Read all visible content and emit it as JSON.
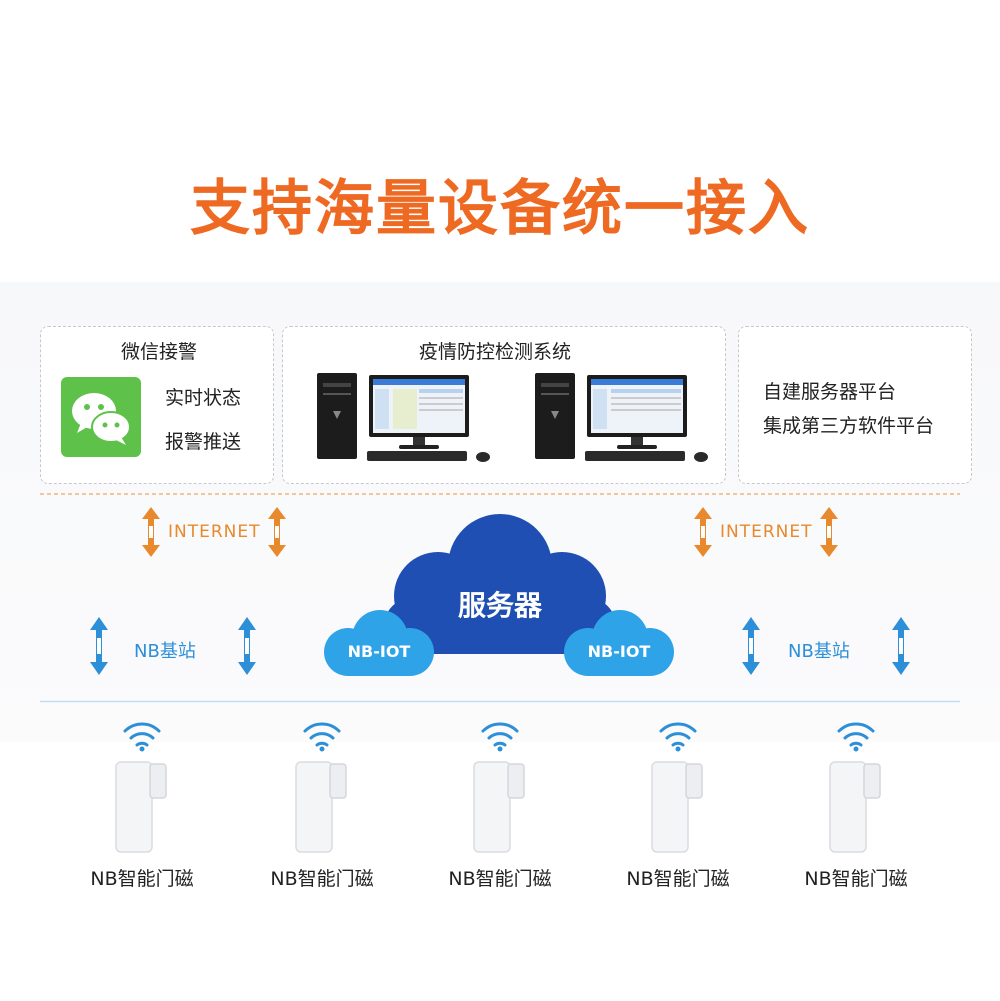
{
  "title": "支持海量设备统一接入",
  "panels": {
    "wechat": {
      "title": "微信接警",
      "lines": [
        "实时状态",
        "报警推送"
      ]
    },
    "monitor": {
      "title": "疫情防控检测系统"
    },
    "platform": {
      "lines": [
        "自建服务器平台",
        "集成第三方软件平台"
      ]
    }
  },
  "network": {
    "internet_label": "INTERNET",
    "base_station_label": "NB基站",
    "server_label": "服务器",
    "nbiot_label": "NB-IOT"
  },
  "devices": [
    {
      "label": "NB智能门磁"
    },
    {
      "label": "NB智能门磁"
    },
    {
      "label": "NB智能门磁"
    },
    {
      "label": "NB智能门磁"
    },
    {
      "label": "NB智能门磁"
    }
  ],
  "colors": {
    "title": "#ee6a22",
    "internet_arrow": "#e8892d",
    "nb_arrow": "#2d8fd8",
    "cloud_dark": "#1f4fb3",
    "cloud_light": "#2ea3e8",
    "wechat_green": "#5ec24a"
  }
}
